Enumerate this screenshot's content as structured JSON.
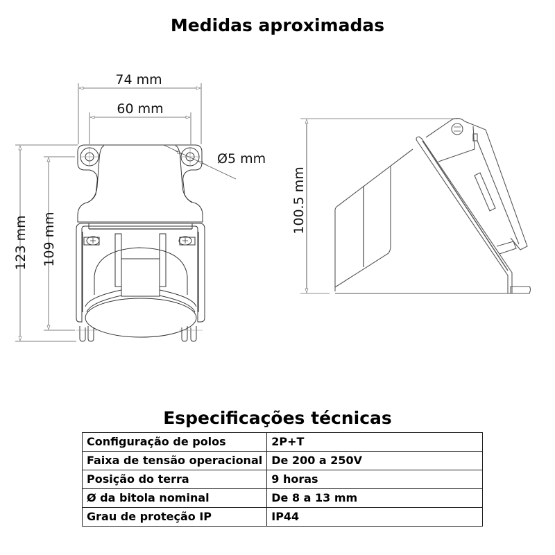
{
  "header": {
    "title": "Medidas aproximadas"
  },
  "front_view": {
    "dimensions": {
      "overall_width": "74 mm",
      "hole_spacing": "60 mm",
      "hole_diameter": "Ø5 mm",
      "overall_height": "123 mm",
      "hole_to_base_height": "109 mm"
    }
  },
  "side_view": {
    "dimensions": {
      "height": "100.5 mm"
    }
  },
  "specs": {
    "title": "Especificações técnicas",
    "rows": [
      {
        "label": "Configuração de polos",
        "value": "2P+T"
      },
      {
        "label": "Faixa de tensão operacional",
        "value": "De 200 a 250V"
      },
      {
        "label": "Posição do terra",
        "value": "9 horas"
      },
      {
        "label": "Ø da bitola nominal",
        "value": "De 8 a 13 mm"
      },
      {
        "label": "Grau de proteção IP",
        "value": "IP44"
      }
    ]
  },
  "colors": {
    "line": "#333333",
    "text": "#000000",
    "background": "#ffffff"
  }
}
